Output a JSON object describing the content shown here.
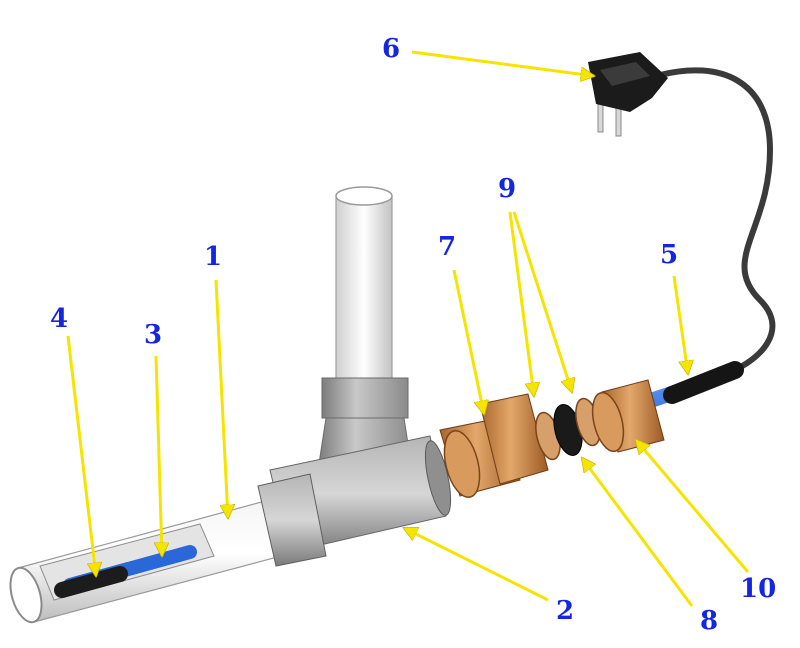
{
  "labels": {
    "l1": "1",
    "l2": "2",
    "l3": "3",
    "l4": "4",
    "l5": "5",
    "l6": "6",
    "l7": "7",
    "l8": "8",
    "l9": "9",
    "l10": "10"
  },
  "colors": {
    "label": "#1426e0",
    "arrow": "#f5e400",
    "cable": "#2a67d8",
    "brass": "#c98a4a",
    "fitting": "#9a9a9a",
    "pipe": "#e6e6e6"
  }
}
